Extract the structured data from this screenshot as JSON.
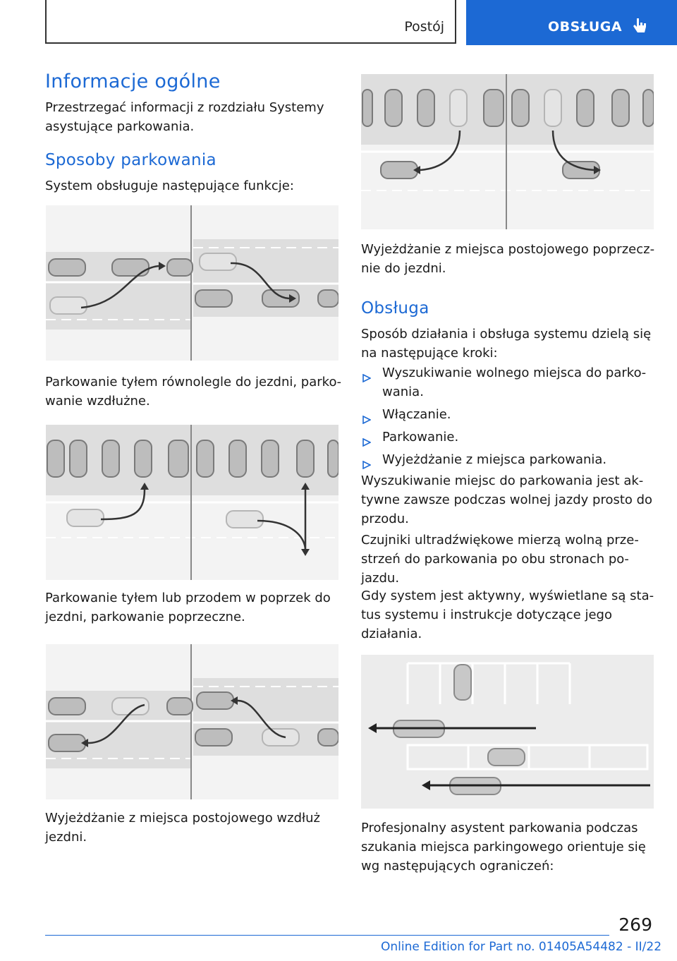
{
  "header": {
    "section": "Postój",
    "tab": "OBSŁUGA"
  },
  "left": {
    "h1": "Informacje ogólne",
    "p1": "Przestrzegać informacji z rozdziału Systemy asystujące parkowania.",
    "h2": "Sposoby parkowania",
    "p2": "System obsługuje następujące funkcje:",
    "cap1": "Parkowanie tyłem równolegle do jezdni, parko­wanie wzdłużne.",
    "cap2": "Parkowanie tyłem lub przodem w poprzek do jezdni, parkowanie poprzeczne.",
    "cap3": "Wyjeżdżanie z miejsca postojowego wzdłuż jezdni."
  },
  "right": {
    "cap4": "Wyjeżdżanie z miejsca postojowego poprzecz­nie do jezdni.",
    "h2": "Obsługa",
    "p1": "Sposób działania i obsługa systemu dzielą się na następujące kroki:",
    "steps": [
      "Wyszukiwanie wolnego miejsca do parko­wania.",
      "Włączanie.",
      "Parkowanie.",
      "Wyjeżdżanie z miejsca parkowania."
    ],
    "p2": "Wyszukiwanie miejsc do parkowania jest ak­tywne zawsze podczas wolnej jazdy prosto do przodu.",
    "p3": "Czujniki ultradźwiękowe mierzą wolną prze­strzeń do parkowania po obu stronach po­jazdu.",
    "p4": "Gdy system jest aktywny, wyświetlane są sta­tus systemu i instrukcje dotyczące jego działa­nia.",
    "p5": "Profesjonalny asystent parkowania podczas szukania miejsca parkingowego orientuje się wg następujących ograniczeń:"
  },
  "footer": {
    "page": "269",
    "edition": "Online Edition for Part no. 01405A54482 - II/22"
  },
  "colors": {
    "accent": "#1c69d4",
    "figure_bg": "#f3f3f3"
  },
  "icons": {
    "tab_icon": "hand-pointer-icon",
    "bullet": "triangle-right-icon"
  }
}
